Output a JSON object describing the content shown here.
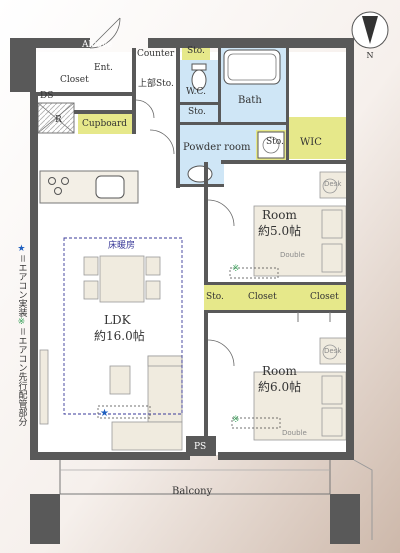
{
  "compass": {
    "north": "N"
  },
  "rooms": {
    "alcove": "Alcove",
    "counter": "Counter",
    "sto_top": "Sto.",
    "closet_entry": "Closet",
    "ent": "Ent.",
    "upper_sto": "上部Sto.",
    "wc": "W.C.",
    "bath": "Bath",
    "ds": "DS",
    "r": "R",
    "cupboard": "Cupboard",
    "sto_wash": "Sto.",
    "powder_room": "Powder room",
    "sto_wic": "Sto.",
    "wic": "WIC",
    "desk_upper": "Desk",
    "room_upper": "Room",
    "room_upper_size": "約5.0帖",
    "double_upper": "Double",
    "floor_heating": "床暖房",
    "sto_mid": "Sto.",
    "closet_mid1": "Closet",
    "closet_mid2": "Closet",
    "ldk": "LDK",
    "ldk_size": "約16.0帖",
    "desk_lower": "Desk",
    "room_lower": "Room",
    "room_lower_size": "約6.0帖",
    "double_lower": "Double",
    "ps": "PS",
    "balcony": "Balcony"
  },
  "legend": {
    "star_symbol": "★",
    "star_text": "＝エアコン実装",
    "pre_symbol": "※",
    "pre_text": "＝エアコン先行配管部分"
  },
  "colors": {
    "background": "#ffffff",
    "wall": "#595959",
    "wet_area": "#cfe6f6",
    "closet": "#e6e88a",
    "furniture": "#f0ebdf",
    "dashed": "#3a3a99",
    "frame_gradient": "#d8c8bc"
  }
}
